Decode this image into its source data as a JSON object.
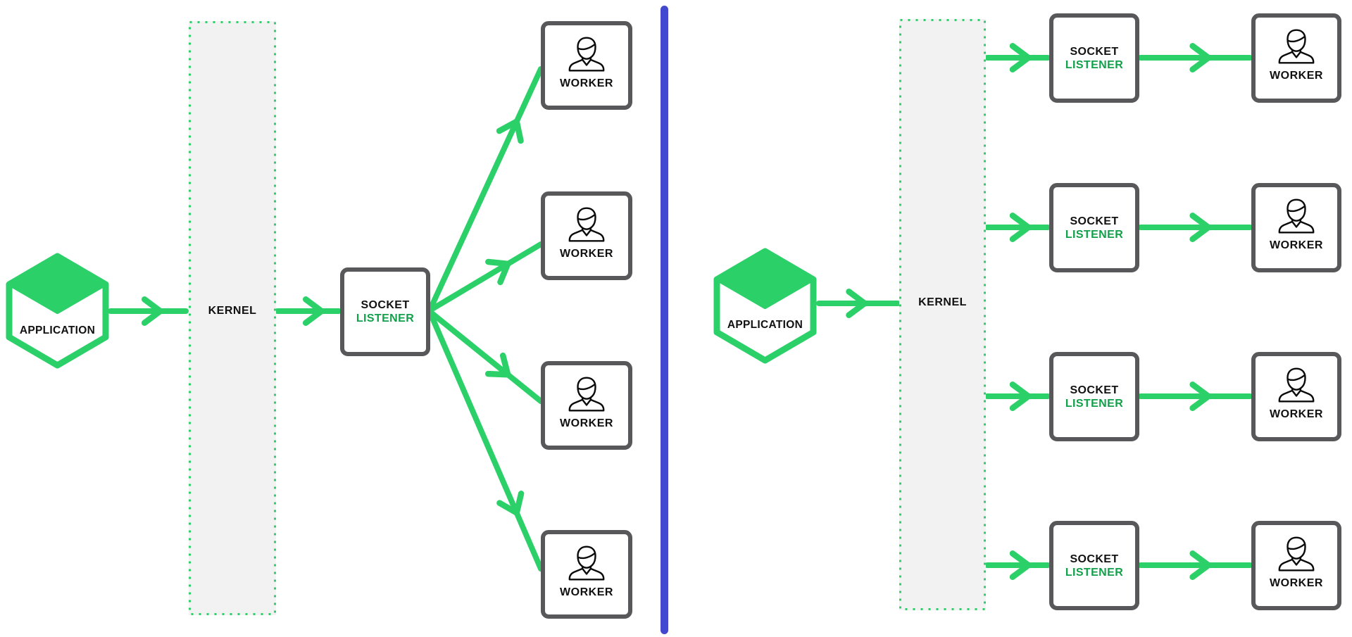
{
  "colors": {
    "green": "#2BD168",
    "green_dark": "#12A04B",
    "box_border": "#58585A",
    "kernel_bg": "#F2F2F2",
    "divider_blue": "#4349CE",
    "text_black": "#111111"
  },
  "left_panel": {
    "application_label": "APPLICATION",
    "kernel_label": "KERNEL",
    "socket_listener": {
      "line1": "SOCKET",
      "line2": "LISTENER"
    },
    "workers": [
      {
        "label": "WORKER"
      },
      {
        "label": "WORKER"
      },
      {
        "label": "WORKER"
      },
      {
        "label": "WORKER"
      }
    ]
  },
  "right_panel": {
    "application_label": "APPLICATION",
    "kernel_label": "KERNEL",
    "rows": [
      {
        "socket_line1": "SOCKET",
        "socket_line2": "LISTENER",
        "worker_label": "WORKER"
      },
      {
        "socket_line1": "SOCKET",
        "socket_line2": "LISTENER",
        "worker_label": "WORKER"
      },
      {
        "socket_line1": "SOCKET",
        "socket_line2": "LISTENER",
        "worker_label": "WORKER"
      },
      {
        "socket_line1": "SOCKET",
        "socket_line2": "LISTENER",
        "worker_label": "WORKER"
      }
    ]
  }
}
